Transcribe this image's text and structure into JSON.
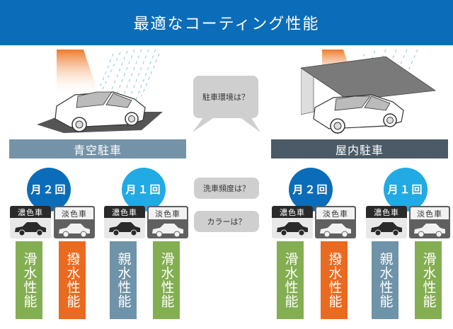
{
  "header": {
    "title": "最適なコーティング性能",
    "bg_color": "#0b6db9"
  },
  "questions": {
    "environment": "駐車環境は？",
    "frequency": "洗車頻度は？",
    "color": "カラーは？"
  },
  "sections": [
    {
      "label": "青空駐車",
      "label_color": "#7593a8",
      "scene_icon": "outdoor-car-rain-sun",
      "groups": [
        {
          "frequency": "月２回",
          "circle_color": "#0b6db9",
          "cars": [
            {
              "tag": "濃色車",
              "style": "dark",
              "performance": "滑水性能",
              "bar_color": "#84ae52"
            },
            {
              "tag": "淡色車",
              "style": "light",
              "performance": "撥水性能",
              "bar_color": "#ea6a1f"
            }
          ]
        },
        {
          "frequency": "月１回",
          "circle_color": "#21aae4",
          "cars": [
            {
              "tag": "濃色車",
              "style": "dark",
              "performance": "親水性能",
              "bar_color": "#6f93a8"
            },
            {
              "tag": "淡色車",
              "style": "light",
              "performance": "滑水性能",
              "bar_color": "#84ae52"
            }
          ]
        }
      ]
    },
    {
      "label": "屋内駐車",
      "label_color": "#4b5a66",
      "scene_icon": "covered-carport-car",
      "groups": [
        {
          "frequency": "月２回",
          "circle_color": "#0b6db9",
          "cars": [
            {
              "tag": "濃色車",
              "style": "dark",
              "performance": "滑水性能",
              "bar_color": "#84ae52"
            },
            {
              "tag": "淡色車",
              "style": "light",
              "performance": "撥水性能",
              "bar_color": "#ea6a1f"
            }
          ]
        },
        {
          "frequency": "月１回",
          "circle_color": "#21aae4",
          "cars": [
            {
              "tag": "濃色車",
              "style": "dark",
              "performance": "親水性能",
              "bar_color": "#6f93a8"
            },
            {
              "tag": "淡色車",
              "style": "light",
              "performance": "滑水性能",
              "bar_color": "#84ae52"
            }
          ]
        }
      ]
    }
  ]
}
